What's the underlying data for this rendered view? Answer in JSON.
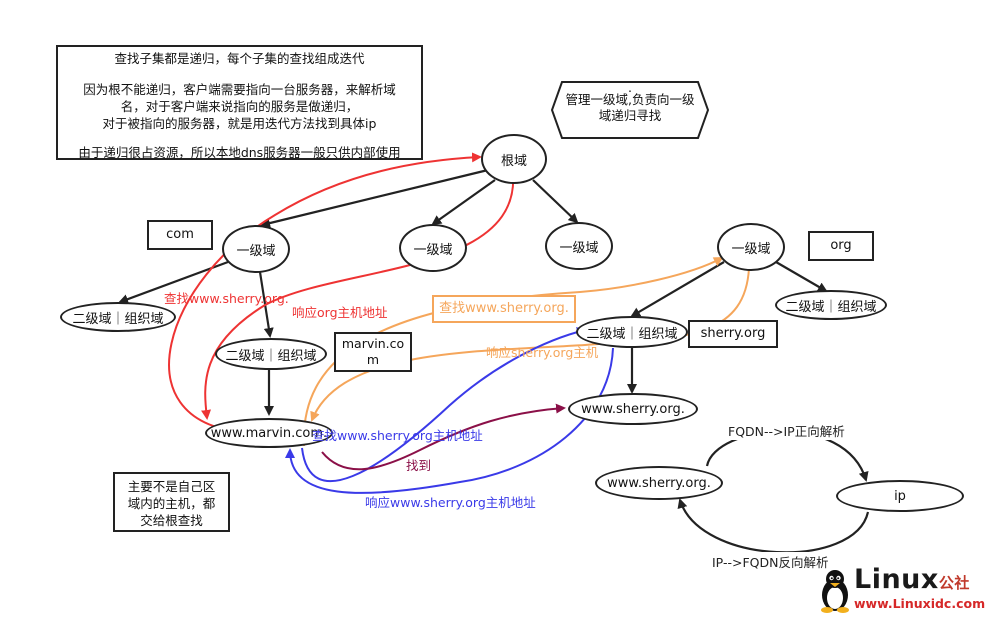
{
  "notes": {
    "top_left": {
      "line1": "查找子集都是递归，每个子集的查找组成迭代",
      "line2": "因为根不能递归，客户端需要指向一台服务器，来解析域",
      "line3": "名，对于客户端来说指向的服务是做递归，",
      "line4": "对于被指向的服务器，就是用迭代方法找到具体ip",
      "line5": "由于递归很占资源，所以本地dns服务器一般只供内部使用"
    },
    "hexagon": {
      "line0": ".",
      "line1": "管理一级域,负责向一级",
      "line2": "域递归寻找"
    },
    "bottom_left": {
      "line1": "主要不是自己区",
      "line2": "域内的主机，都",
      "line3": "交给根查找"
    }
  },
  "nodes": {
    "root": "根域",
    "tld1": "一级域",
    "tld2": "一级域",
    "tld3": "一级域",
    "tld4": "一级域",
    "sld_left": "二级域｜组织域",
    "sld_mid": "二级域｜组织域",
    "sld_org": "二级域｜组织域",
    "sld_right": "二级域｜组织域",
    "marvin_host": "www.marvin.com.",
    "sherry_host": "www.sherry.org.",
    "cycle_fqdn": "www.sherry.org.",
    "cycle_ip": "ip"
  },
  "labels": {
    "com": "com",
    "org": "org",
    "marvin_com": "marvin.com",
    "sherry_org": "sherry.org",
    "orange_query": "查找www.sherry.org."
  },
  "edge_texts": {
    "red_query": "查找www.sherry.org.",
    "red_response": "响应org主机地址",
    "orange_response": "响应sherry.org主机",
    "blue_query": "查找www.sherry.org主机地址",
    "found": "找到",
    "blue_response": "响应www.sherry.org主机地址",
    "forward": "FQDN-->IP正向解析",
    "reverse": "IP-->FQDN反向解析"
  },
  "watermark": {
    "title": "Linux",
    "suffix": "公社",
    "url": "www.Linuxidc.com"
  },
  "colors": {
    "red": "#e33333",
    "orange": "#f5a65b",
    "blue": "#3a3ae8",
    "purple": "#8b1048",
    "black": "#222222"
  }
}
